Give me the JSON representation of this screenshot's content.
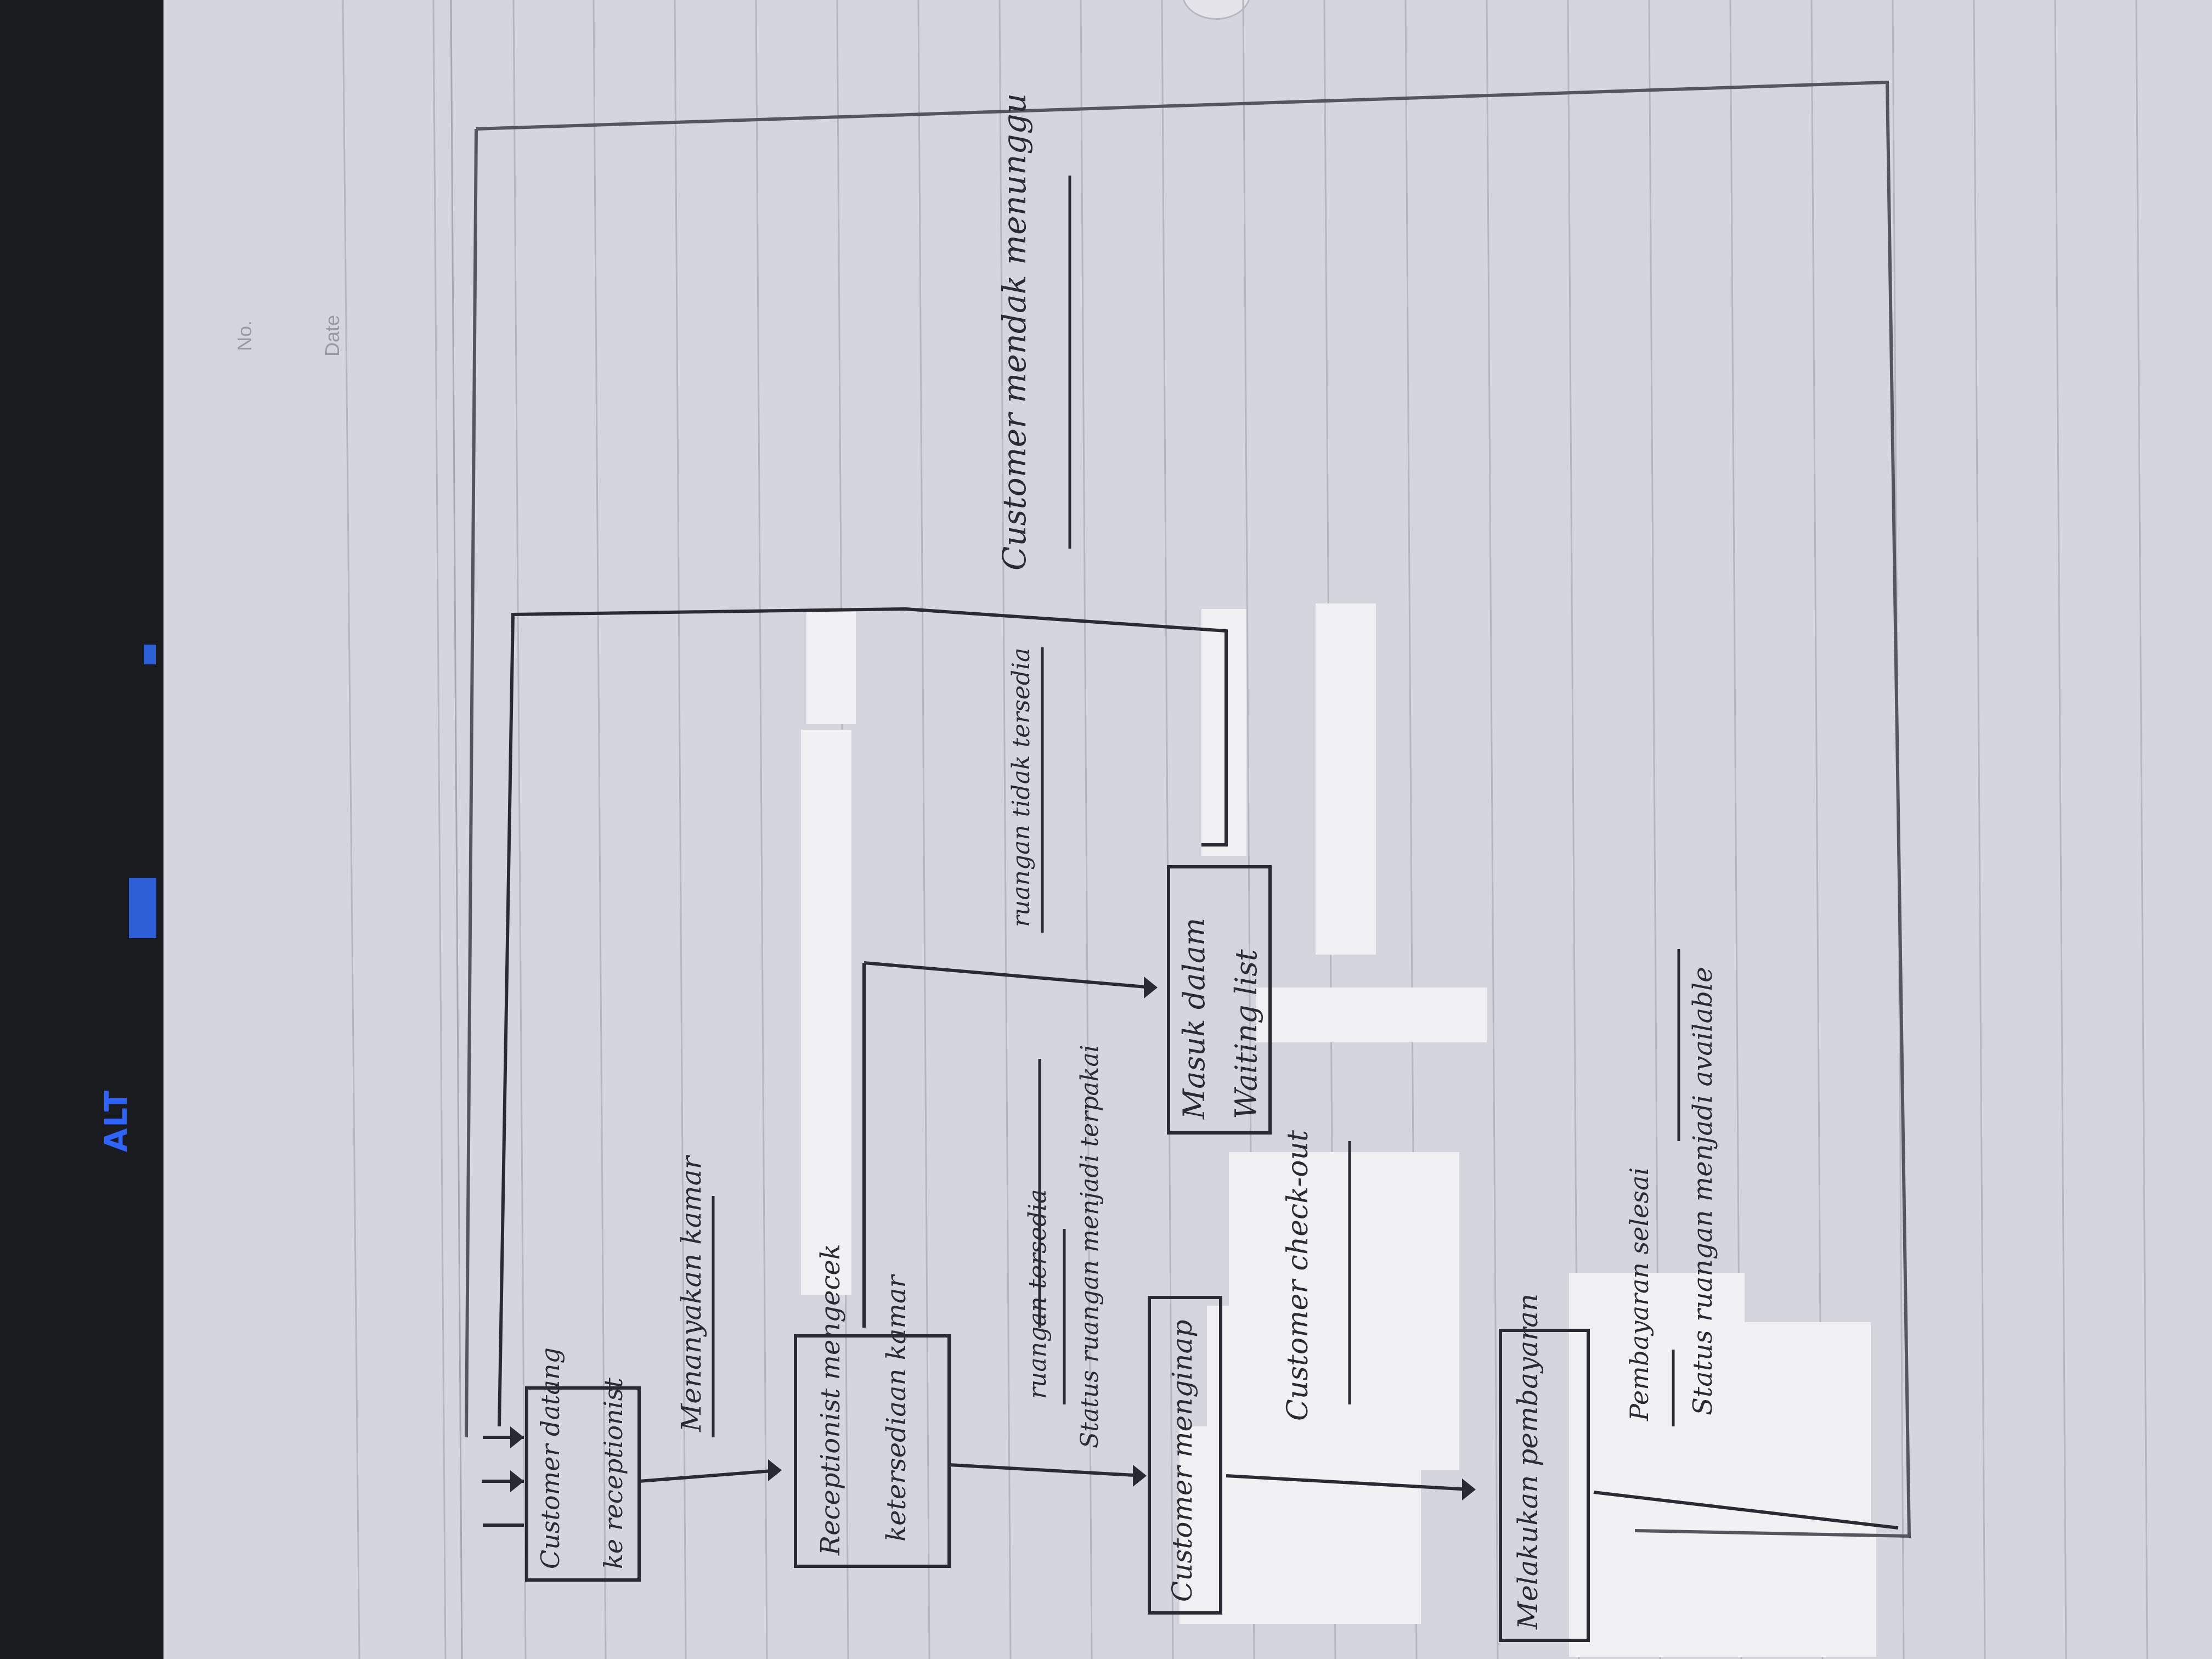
{
  "diagram": {
    "type": "flowchart",
    "orientation": "rotated-counterclockwise",
    "paper_header": {
      "no_label": "No.",
      "date_label": "Date"
    },
    "nodes": [
      {
        "id": "n1",
        "label_line1": "Customer datang",
        "label_line2": "ke receptionist"
      },
      {
        "id": "n2",
        "label_line1": "Receptionist mengecek",
        "label_line2": "ketersediaan kamar"
      },
      {
        "id": "n3",
        "label_line1": "Customer menginap",
        "label_line2": ""
      },
      {
        "id": "n4",
        "label_line1": "Masuk dalam",
        "label_line2": "Waiting list"
      },
      {
        "id": "n5",
        "label_line1": "Melakukan pembayaran",
        "label_line2": ""
      }
    ],
    "edge_labels": {
      "e1": "Menanyakan kamar",
      "e2a": "ruangan tersedia",
      "e2b": "Status ruangan menjadi terpakai",
      "e3": "ruangan tidak tersedia",
      "e4": "Customer mendak menunggu",
      "e5": "Customer check-out",
      "e6a": "Pembayaran selesai",
      "e6b": "Status ruangan menjadi available"
    }
  },
  "screen": {
    "keyboard_key_label": "ALT"
  },
  "colors": {
    "paper": "#d5d5dd",
    "ink": "#2a2a32",
    "pencil": "#55555d",
    "tape": "#f1f1f4",
    "desk": "#1a1b1f",
    "key_blue": "#2f63ff"
  }
}
